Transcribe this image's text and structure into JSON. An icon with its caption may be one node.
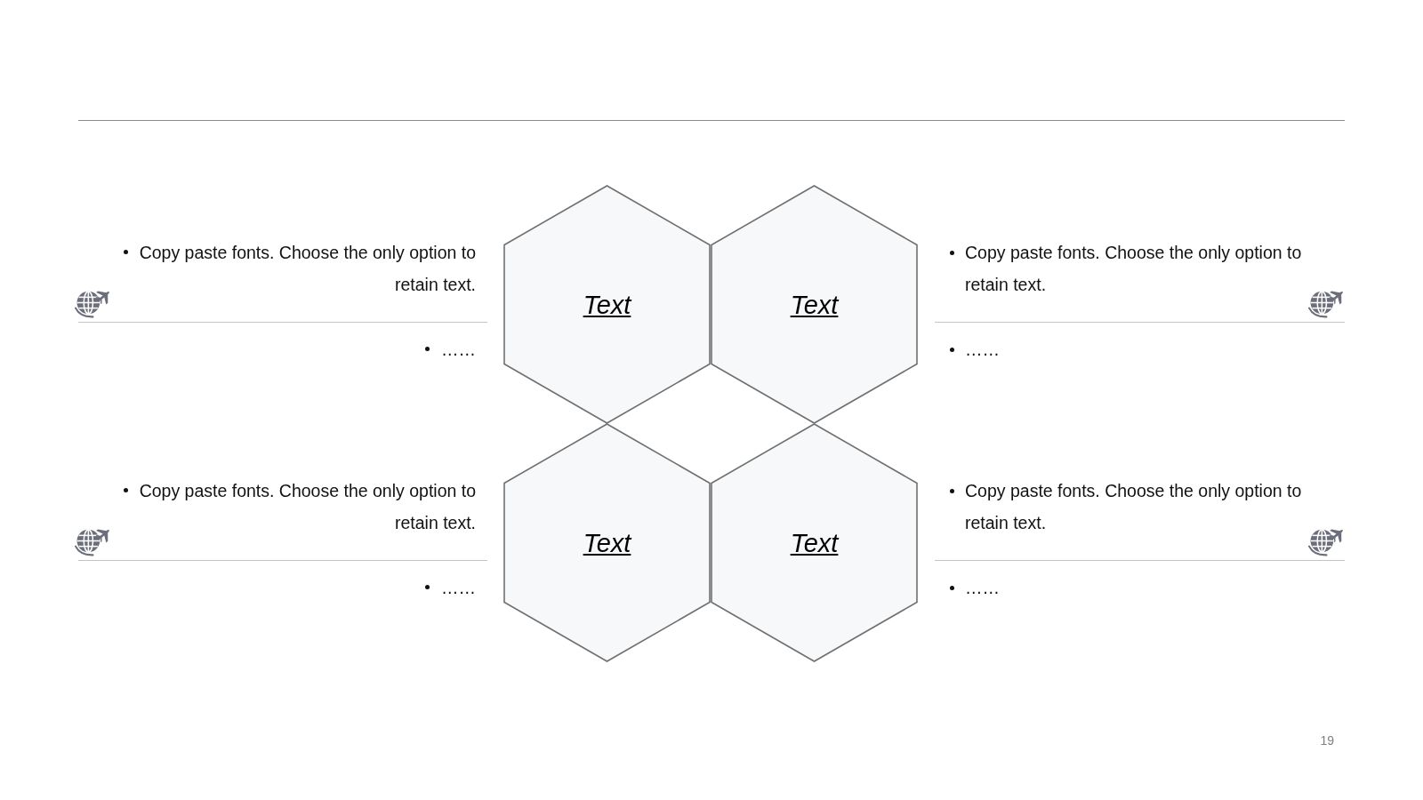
{
  "diagram": {
    "nodes": [
      {
        "text": [
          "Text"
        ]
      },
      {
        "text": [
          "Text"
        ]
      },
      {
        "text": [
          "Text"
        ]
      },
      {
        "text": [
          "Text"
        ]
      }
    ],
    "labels": [
      "Copy paste fonts. Choose the only option to retain text.",
      "Copy paste fonts. Choose the only option to retain text.",
      "……",
      "……",
      "Copy paste fonts. Choose the only option to retain text.",
      "Copy paste fonts. Choose the only option to retain text.",
      "……",
      "……",
      "19"
    ]
  }
}
